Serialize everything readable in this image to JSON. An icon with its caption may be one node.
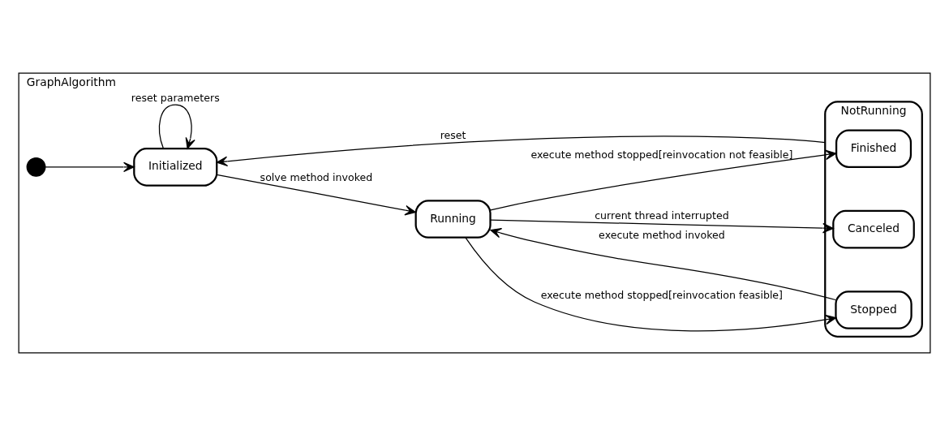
{
  "diagram": {
    "nodes": [
      {
        "text": [
          "GraphAlgorithm"
        ]
      },
      {
        "text": [],
        "shape": "circle",
        "in": 0
      },
      {
        "text": [
          "Initialized"
        ],
        "in": 0
      },
      {
        "text": [
          "Running"
        ],
        "in": 0
      },
      {
        "text": [
          "NotRunning"
        ],
        "in": 0
      },
      {
        "text": [
          "Finished"
        ],
        "in": 4
      },
      {
        "text": [
          "Stopped"
        ],
        "in": 4
      },
      {
        "text": [
          "Canceled"
        ],
        "in": 4
      }
    ],
    "edges": [
      {
        "from": 1,
        "to": 2,
        "arrow": "to"
      },
      {
        "from": 2,
        "to": 3,
        "arrow": "to",
        "label": "solve method invoked"
      },
      {
        "from": 2,
        "to": 2,
        "arrow": "to",
        "label": "reset parameters"
      },
      {
        "from": 3,
        "to": 5,
        "arrow": "to",
        "label": "execute method stopped[reinvocation not feasible]"
      },
      {
        "from": 3,
        "to": 6,
        "arrow": "to",
        "label": "execute method stopped[reinvocation feasible]"
      },
      {
        "from": 6,
        "to": 3,
        "arrow": "to",
        "label": "execute method invoked"
      },
      {
        "from": 3,
        "to": 7,
        "arrow": "to",
        "label": "current thread interrupted"
      },
      {
        "from": 4,
        "to": 2,
        "arrow": "to",
        "label": "reset"
      }
    ]
  }
}
